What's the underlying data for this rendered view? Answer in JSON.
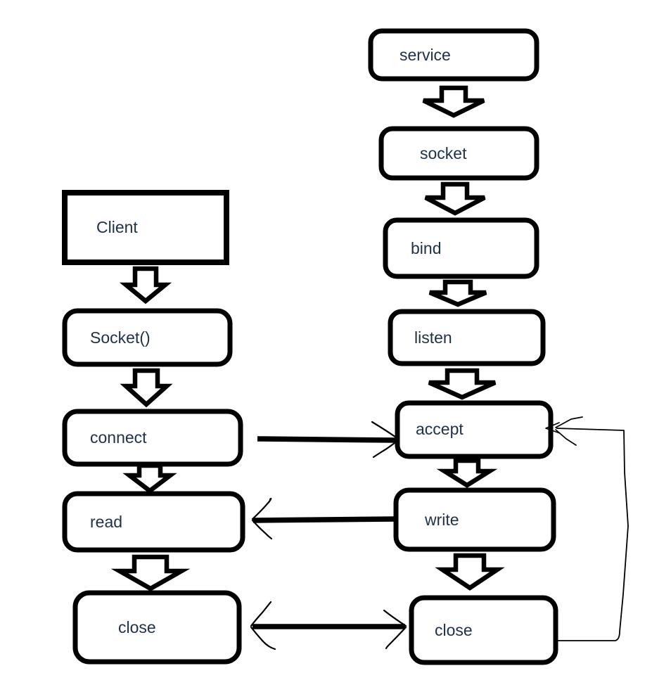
{
  "colors": {
    "stroke": "#000000",
    "text": "#20324a",
    "background": "#ffffff"
  },
  "diagram": {
    "type": "flowchart",
    "description": "Client-server socket call sequence flowchart",
    "client": {
      "nodes": [
        {
          "label": "Client",
          "shape": "rectangle"
        },
        {
          "label": "Socket()",
          "shape": "rounded-rectangle"
        },
        {
          "label": "connect",
          "shape": "rounded-rectangle"
        },
        {
          "label": "read",
          "shape": "rounded-rectangle"
        },
        {
          "label": "close",
          "shape": "rounded-rectangle"
        }
      ]
    },
    "server": {
      "nodes": [
        {
          "label": "service",
          "shape": "rounded-rectangle"
        },
        {
          "label": "socket",
          "shape": "rounded-rectangle"
        },
        {
          "label": "bind",
          "shape": "rounded-rectangle"
        },
        {
          "label": "listen",
          "shape": "rounded-rectangle"
        },
        {
          "label": "accept",
          "shape": "rounded-rectangle"
        },
        {
          "label": "write",
          "shape": "rounded-rectangle"
        },
        {
          "label": "close",
          "shape": "rounded-rectangle"
        }
      ]
    },
    "connections": [
      {
        "from": "connect",
        "to": "accept",
        "style": "thick-horizontal",
        "arrow": "right"
      },
      {
        "from": "write",
        "to": "read",
        "style": "thick-horizontal",
        "arrow": "left"
      },
      {
        "from": "close (server)",
        "to": "close (client)",
        "style": "thick-horizontal",
        "arrow": "both"
      },
      {
        "from": "close (server)",
        "to": "accept",
        "style": "thin-loop",
        "arrow": "into-accept"
      }
    ],
    "vertical_flow": "block arrows top-to-bottom within each column"
  }
}
